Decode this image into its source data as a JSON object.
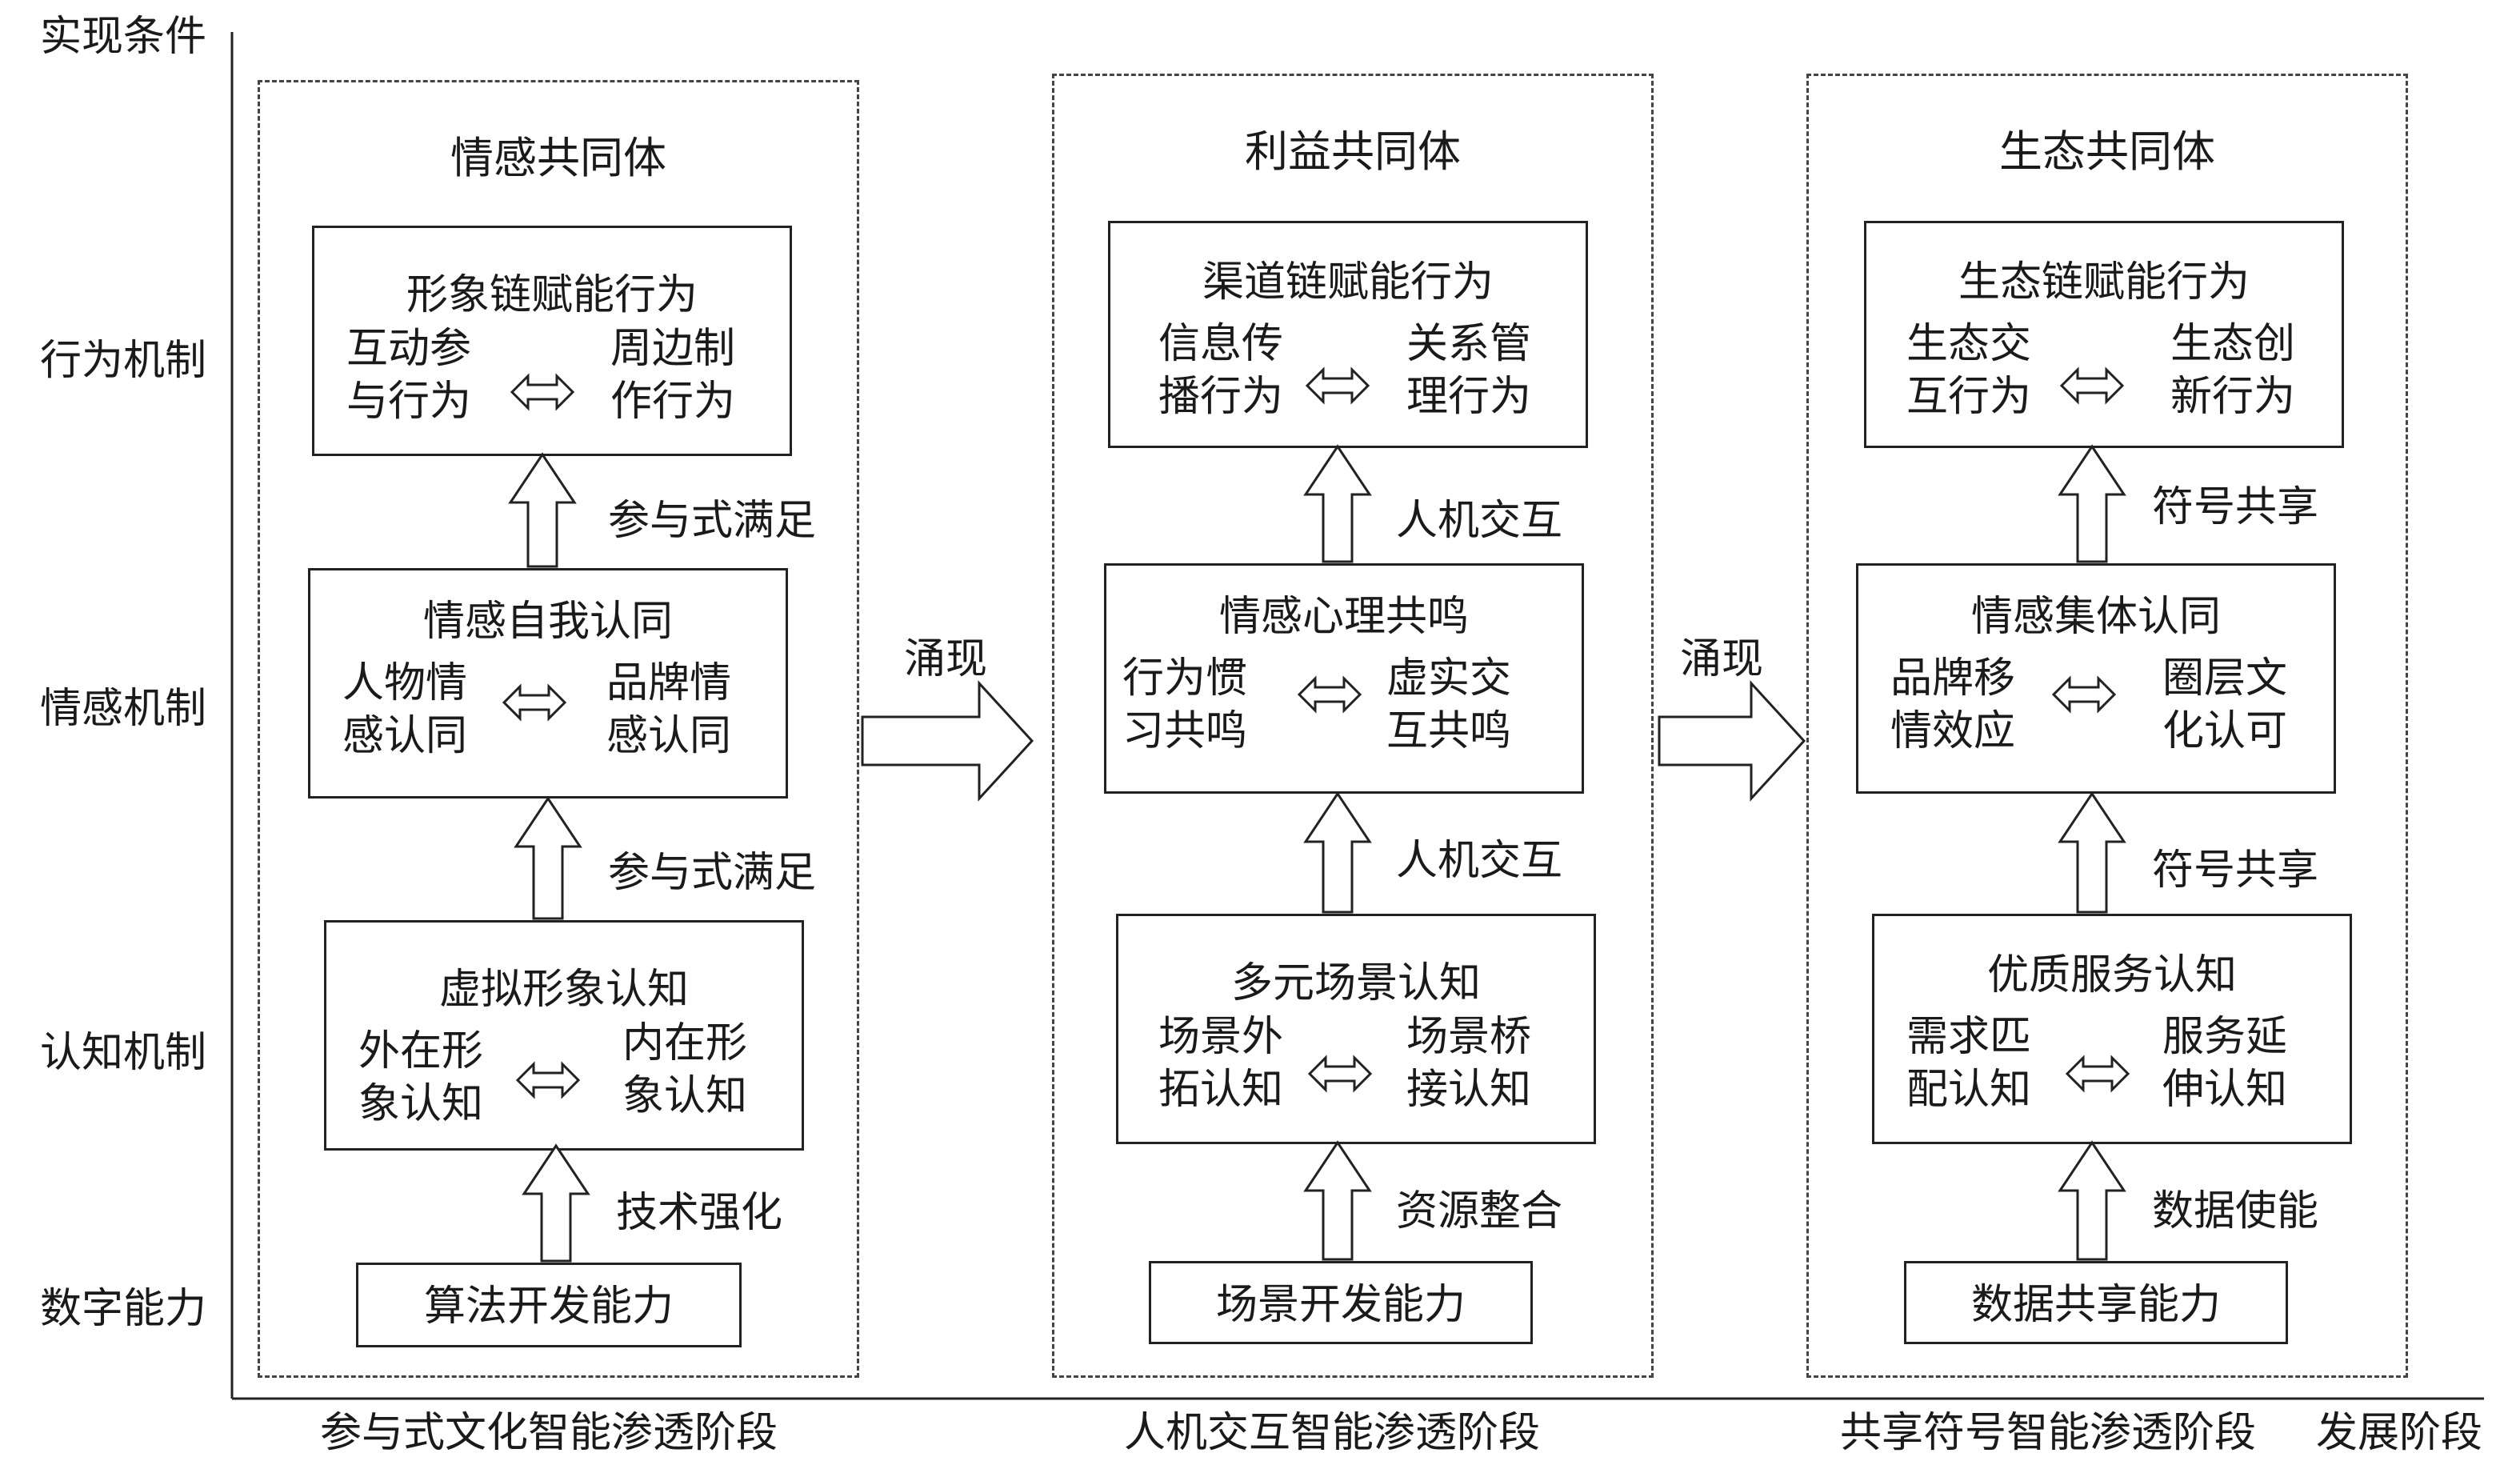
{
  "axis": {
    "labels": [
      "实现条件",
      "行为机制",
      "情感机制",
      "认知机制",
      "数字能力"
    ],
    "x_axis_end_label": "发展阶段"
  },
  "stages": [
    {
      "panel_title": "情感共同体",
      "stage_label": "参与式文化智能渗透阶段",
      "behavior": {
        "title": "形象链赋能行为",
        "left": "互动参\n与行为",
        "right": "周边制\n作行为"
      },
      "emotion": {
        "title": "情感自我认同",
        "left": "人物情\n感认同",
        "right": "品牌情\n感认同"
      },
      "cognition": {
        "title": "虚拟形象认知",
        "left": "外在形\n象认知",
        "right": "内在形\n象认知"
      },
      "capability": "算法开发能力",
      "edge_top": "参与式满足",
      "edge_mid": "参与式满足",
      "edge_bottom": "技术强化"
    },
    {
      "panel_title": "利益共同体",
      "stage_label": "人机交互智能渗透阶段",
      "behavior": {
        "title": "渠道链赋能行为",
        "left": "信息传\n播行为",
        "right": "关系管\n理行为"
      },
      "emotion": {
        "title": "情感心理共鸣",
        "left": "行为惯\n习共鸣",
        "right": "虚实交\n互共鸣"
      },
      "cognition": {
        "title": "多元场景认知",
        "left": "场景外\n拓认知",
        "right": "场景桥\n接认知"
      },
      "capability": "场景开发能力",
      "edge_top": "人机交互",
      "edge_mid": "人机交互",
      "edge_bottom": "资源整合"
    },
    {
      "panel_title": "生态共同体",
      "stage_label": "共享符号智能渗透阶段",
      "behavior": {
        "title": "生态链赋能行为",
        "left": "生态交\n互行为",
        "right": "生态创\n新行为"
      },
      "emotion": {
        "title": "情感集体认同",
        "left": "品牌移\n情效应",
        "right": "圈层文\n化认可"
      },
      "cognition": {
        "title": "优质服务认知",
        "left": "需求匹\n配认知",
        "right": "服务延\n伸认知"
      },
      "capability": "数据共享能力",
      "edge_top": "符号共享",
      "edge_mid": "符号共享",
      "edge_bottom": "数据使能"
    }
  ],
  "transitions": [
    "涌现",
    "涌现"
  ],
  "pair_symbol": "⇔"
}
